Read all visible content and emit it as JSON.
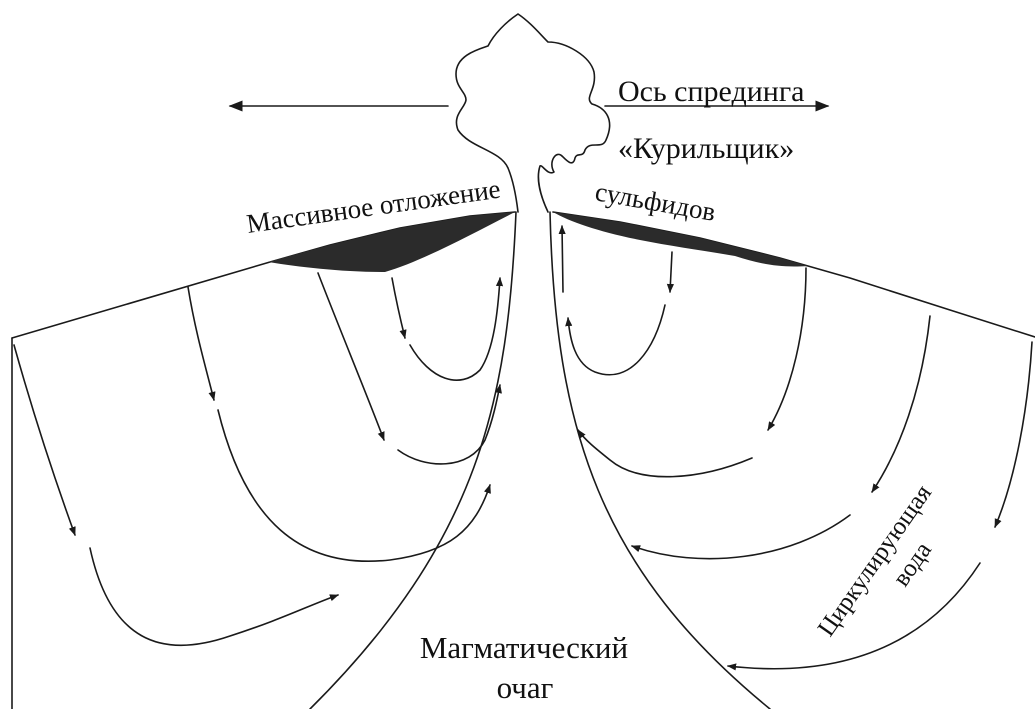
{
  "labels": {
    "spreading_axis": "Ось спрединга",
    "smoker": "«Курильщик»",
    "deposit_part1": "Массивное отложение",
    "deposit_part2": "сульфидов",
    "circulating_water_line1": "Циркулирующая",
    "circulating_water_line2": "вода",
    "magma_line1": "Магматический",
    "magma_line2": "очаг"
  },
  "colors": {
    "line": "#1a1a1a",
    "sulfide_deposit": "#2b2b2b",
    "background": "#ffffff"
  }
}
